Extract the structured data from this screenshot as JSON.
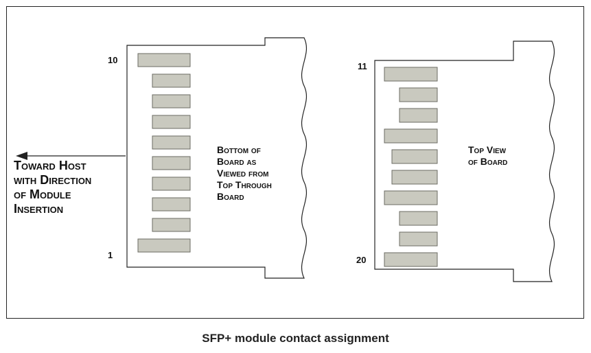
{
  "caption": "SFP+ module contact assignment",
  "direction_label": "Toward Host\nwith Direction\nof Module\nInsertion",
  "left_board": {
    "label": "Bottom of\nBoard as\nViewed from\nTop Through\nBoard",
    "pin_top": "10",
    "pin_bottom": "1"
  },
  "right_board": {
    "label": "Top View\nof Board",
    "pin_top": "11",
    "pin_bottom": "20"
  },
  "colors": {
    "pad_fill": "#c9c9bf",
    "pad_stroke": "#6b6b63",
    "line": "#222222"
  }
}
